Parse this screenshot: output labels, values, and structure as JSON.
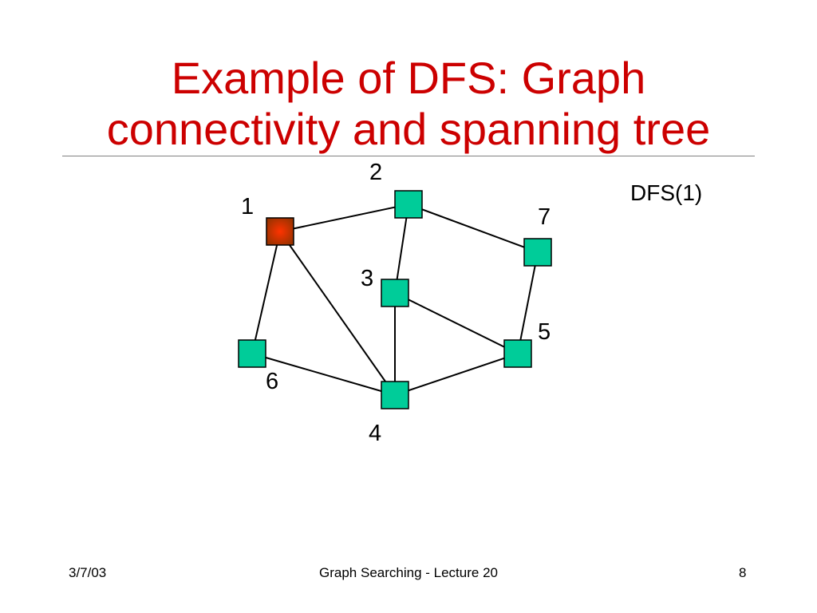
{
  "slide": {
    "title_line1": "Example of DFS: Graph",
    "title_line2": "connectivity and spanning tree",
    "annotation": "DFS(1)"
  },
  "graph": {
    "nodes": [
      {
        "id": "1",
        "label": "1",
        "state": "current",
        "color": "#cc3300"
      },
      {
        "id": "2",
        "label": "2",
        "state": "unvisited",
        "color": "#00cc99"
      },
      {
        "id": "3",
        "label": "3",
        "state": "unvisited",
        "color": "#00cc99"
      },
      {
        "id": "4",
        "label": "4",
        "state": "unvisited",
        "color": "#00cc99"
      },
      {
        "id": "5",
        "label": "5",
        "state": "unvisited",
        "color": "#00cc99"
      },
      {
        "id": "6",
        "label": "6",
        "state": "unvisited",
        "color": "#00cc99"
      },
      {
        "id": "7",
        "label": "7",
        "state": "unvisited",
        "color": "#00cc99"
      }
    ],
    "edges": [
      [
        "1",
        "2"
      ],
      [
        "1",
        "6"
      ],
      [
        "1",
        "4"
      ],
      [
        "2",
        "3"
      ],
      [
        "2",
        "7"
      ],
      [
        "3",
        "4"
      ],
      [
        "3",
        "5"
      ],
      [
        "7",
        "5"
      ],
      [
        "6",
        "4"
      ],
      [
        "4",
        "5"
      ]
    ]
  },
  "footer": {
    "date": "3/7/03",
    "title": "Graph Searching - Lecture 20",
    "page": "8"
  },
  "colors": {
    "title": "#cc0000",
    "rule": "#808080",
    "edge": "#000000"
  }
}
